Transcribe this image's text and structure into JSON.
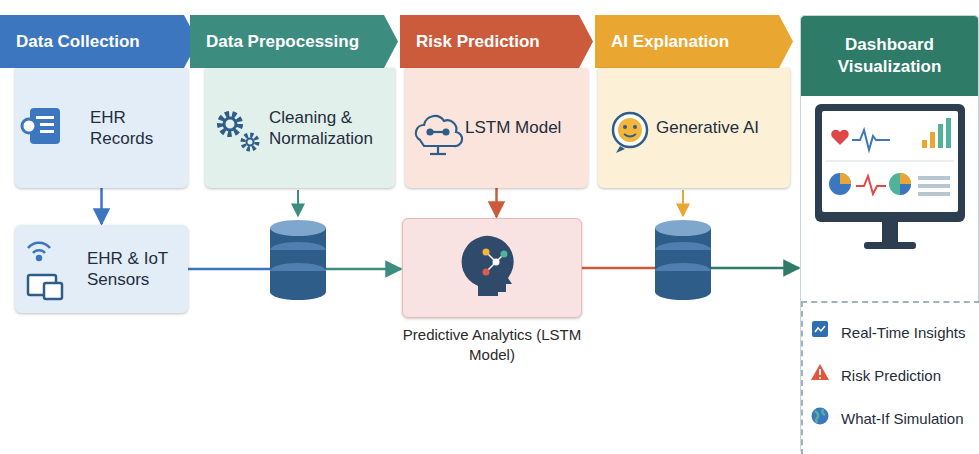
{
  "diagram": {
    "nodes": [
      {
        "text": [
          "Data Collection"
        ]
      },
      {
        "text": [
          "EHR Records"
        ]
      },
      {
        "text": [
          "Data Prepocessing"
        ]
      },
      {
        "text": [
          "Cleaning & Normalization"
        ]
      },
      {
        "text": [
          "Risk Prediction"
        ]
      },
      {
        "text": [
          "LSTM Model"
        ]
      },
      {
        "text": [
          "AI Explanation"
        ]
      },
      {
        "text": [
          "Generative AI"
        ]
      },
      {
        "text": [
          "Dashboard Visualization"
        ]
      },
      {
        "text": [
          "Real-Time Insights",
          "Risk Prediction",
          "What-If Simulation"
        ],
        "in": 8
      },
      {
        "text": [
          "EHR & IoT Sensors"
        ]
      },
      {
        "text": [
          "Predictive Analytics (LSTM Model)"
        ]
      }
    ],
    "edges": [
      {
        "from": 1,
        "to": 10,
        "arrow": "to"
      },
      {
        "from": 10,
        "to": 11,
        "arrow": "to"
      },
      {
        "from": 5,
        "to": 11,
        "arrow": "to"
      },
      {
        "from": 11,
        "to": 8,
        "arrow": "to"
      }
    ]
  }
}
